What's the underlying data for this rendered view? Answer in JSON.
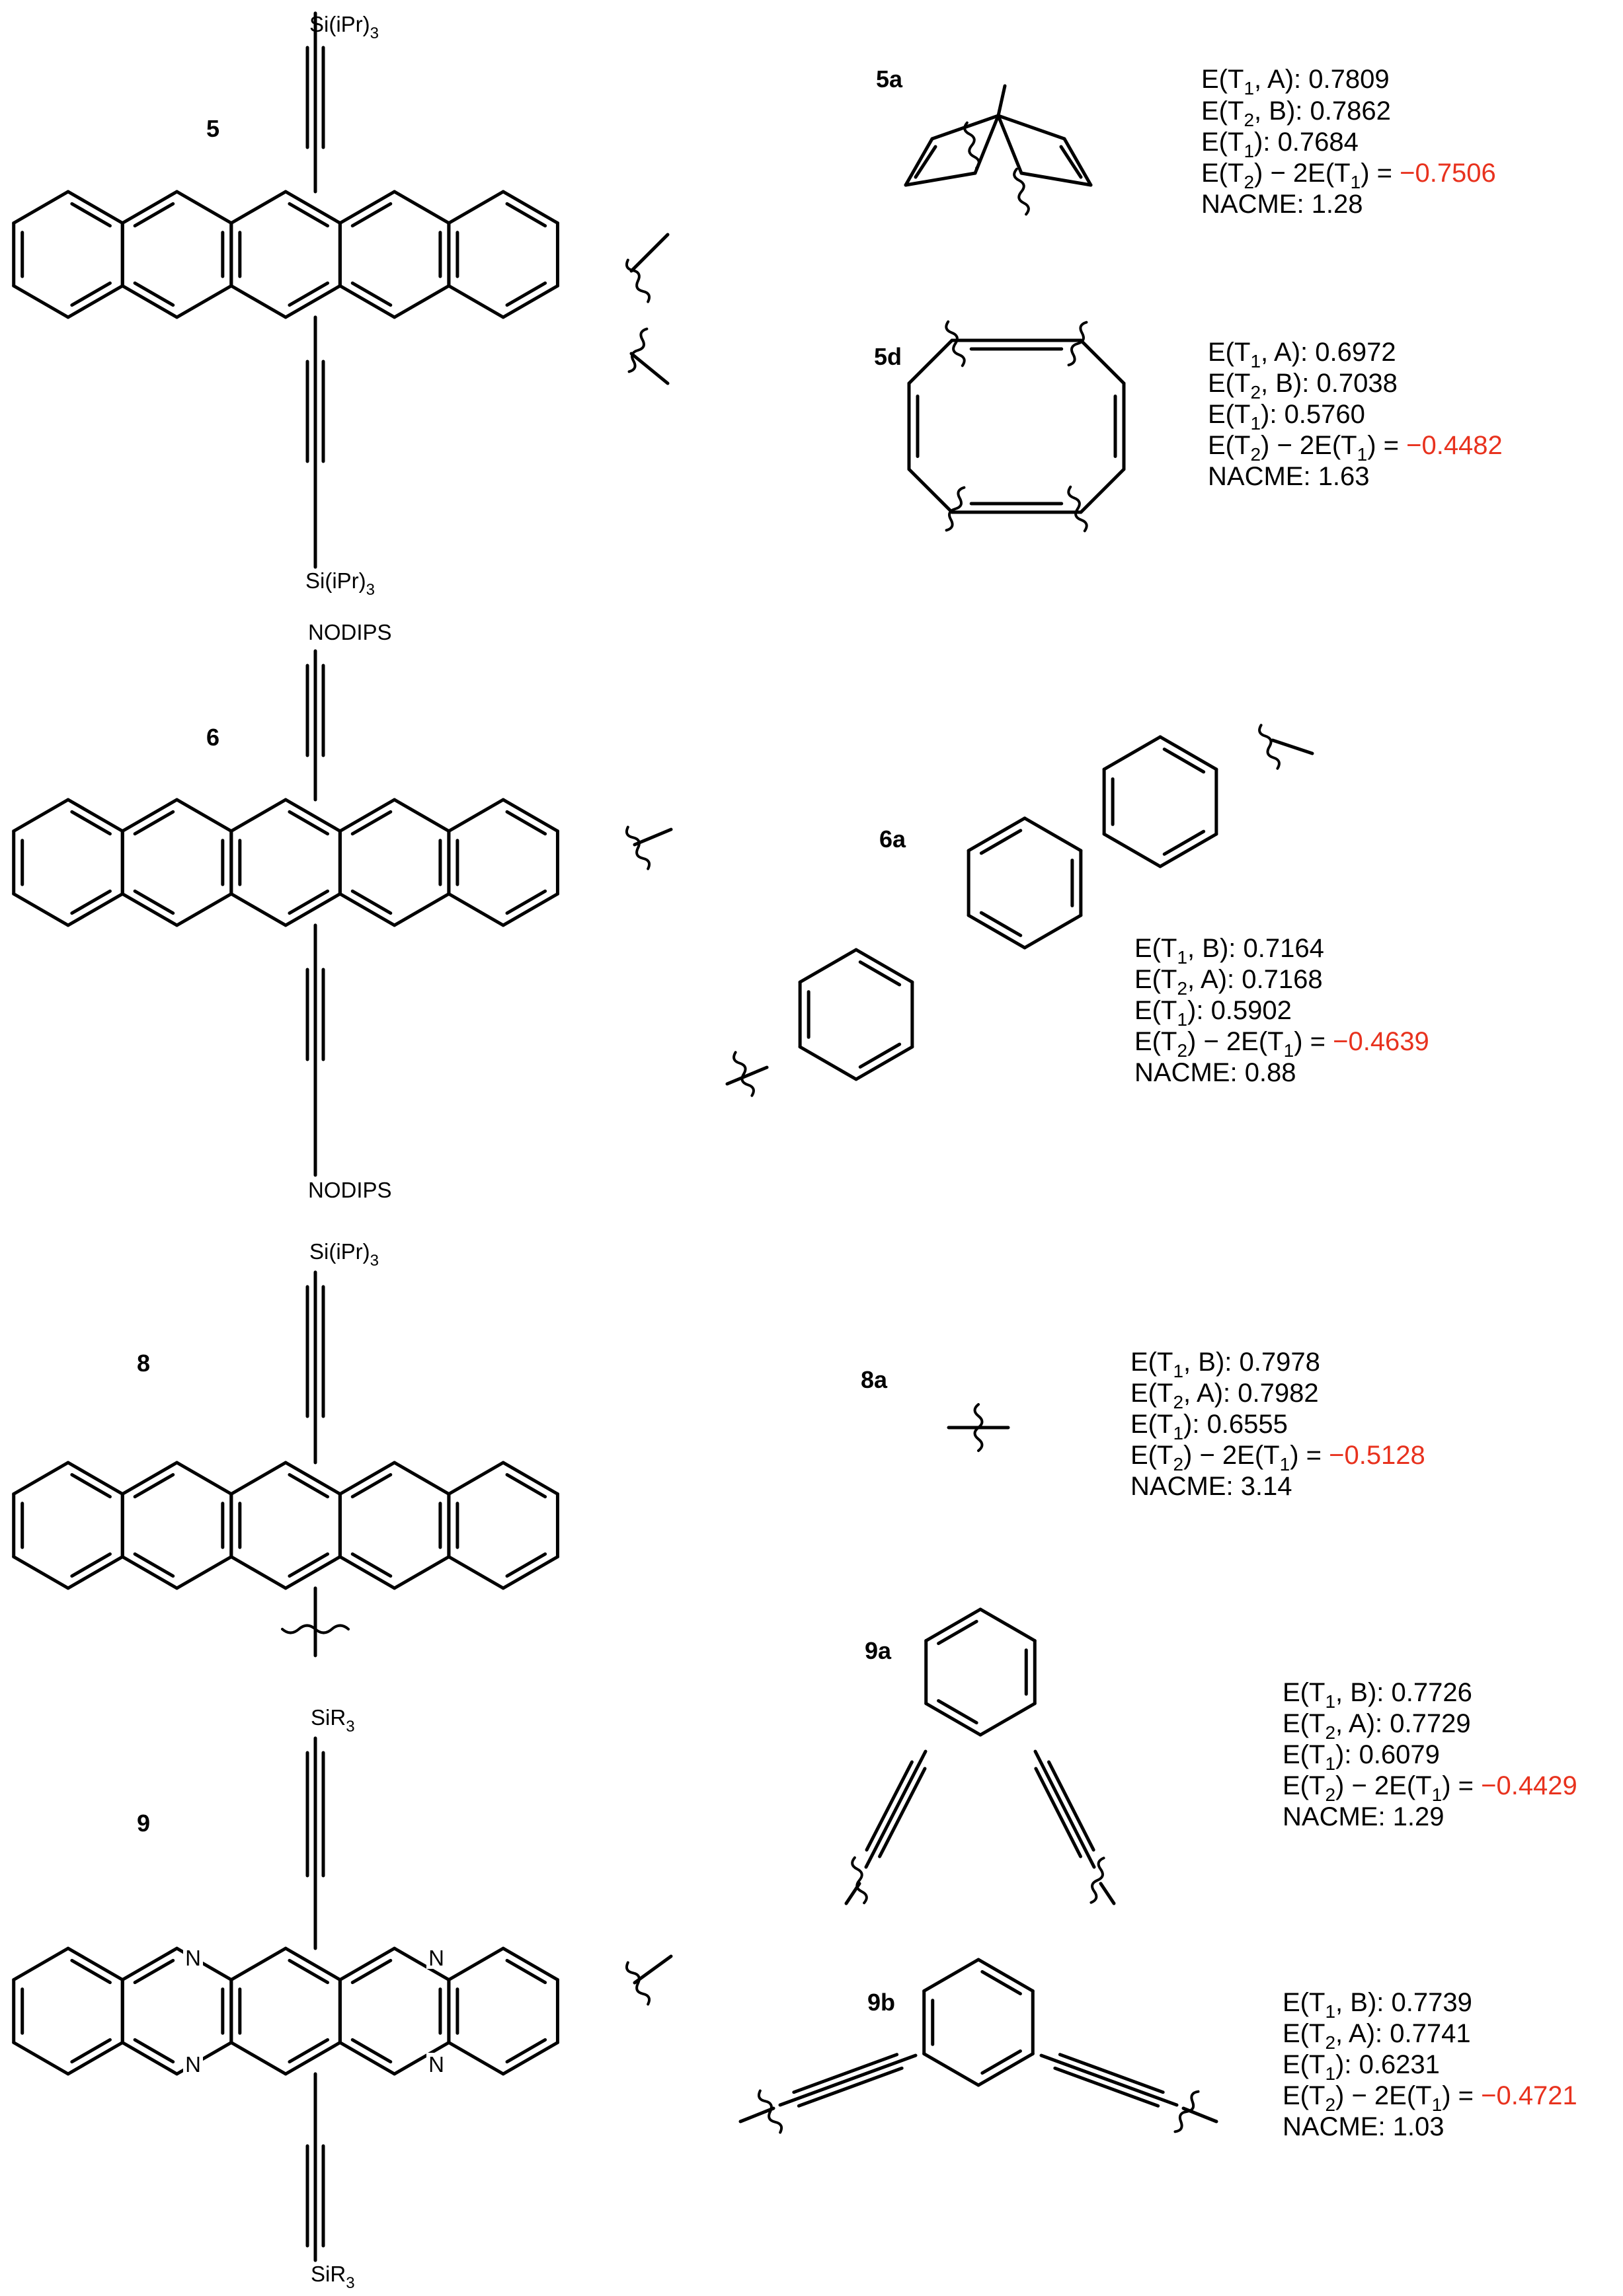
{
  "compounds": [
    {
      "id": "5",
      "substituent_top": "Si(iPr)",
      "substituent_top_sub": "3",
      "substituent_bottom": "Si(iPr)",
      "substituent_bottom_sub": "3"
    },
    {
      "id": "6",
      "substituent_top": "NODIPS",
      "substituent_bottom": "NODIPS"
    },
    {
      "id": "8",
      "substituent_top": "Si(iPr)",
      "substituent_top_sub": "3"
    },
    {
      "id": "9",
      "substituent_top": "SiR",
      "substituent_top_sub": "3",
      "substituent_bottom": "SiR",
      "substituent_bottom_sub": "3",
      "heteroatom": "N"
    }
  ],
  "linkers": [
    {
      "id": "5a",
      "e1_state": "A",
      "e2_state": "B",
      "e1_val": "0.7809",
      "e2_val": "0.7862",
      "et1_val": "0.7684",
      "diff_val": "−0.7506",
      "nacme_val": "1.28"
    },
    {
      "id": "5d",
      "e1_state": "A",
      "e2_state": "B",
      "e1_val": "0.6972",
      "e2_val": "0.7038",
      "et1_val": "0.5760",
      "diff_val": "−0.4482",
      "nacme_val": "1.63"
    },
    {
      "id": "6a",
      "e1_state": "B",
      "e2_state": "A",
      "e1_val": "0.7164",
      "e2_val": "0.7168",
      "et1_val": "0.5902",
      "diff_val": "−0.4639",
      "nacme_val": "0.88"
    },
    {
      "id": "8a",
      "e1_state": "B",
      "e2_state": "A",
      "e1_val": "0.7978",
      "e2_val": "0.7982",
      "et1_val": "0.6555",
      "diff_val": "−0.5128",
      "nacme_val": "3.14"
    },
    {
      "id": "9a",
      "e1_state": "B",
      "e2_state": "A",
      "e1_val": "0.7726",
      "e2_val": "0.7729",
      "et1_val": "0.6079",
      "diff_val": "−0.4429",
      "nacme_val": "1.29"
    },
    {
      "id": "9b",
      "e1_state": "B",
      "e2_state": "A",
      "e1_val": "0.7739",
      "e2_val": "0.7741",
      "et1_val": "0.6231",
      "diff_val": "−0.4721",
      "nacme_val": "1.03"
    }
  ],
  "text": {
    "e_prefix": "E(T",
    "sub1": "1",
    "sub2": "2",
    "comma_sep": ", ",
    "close_colon": "): ",
    "close_paren": ")",
    "minus_two": " − 2E(T",
    "eq": ") = ",
    "nacme": "NACME: "
  },
  "colors": {
    "line": "#000000",
    "highlight": "#e8321e"
  }
}
